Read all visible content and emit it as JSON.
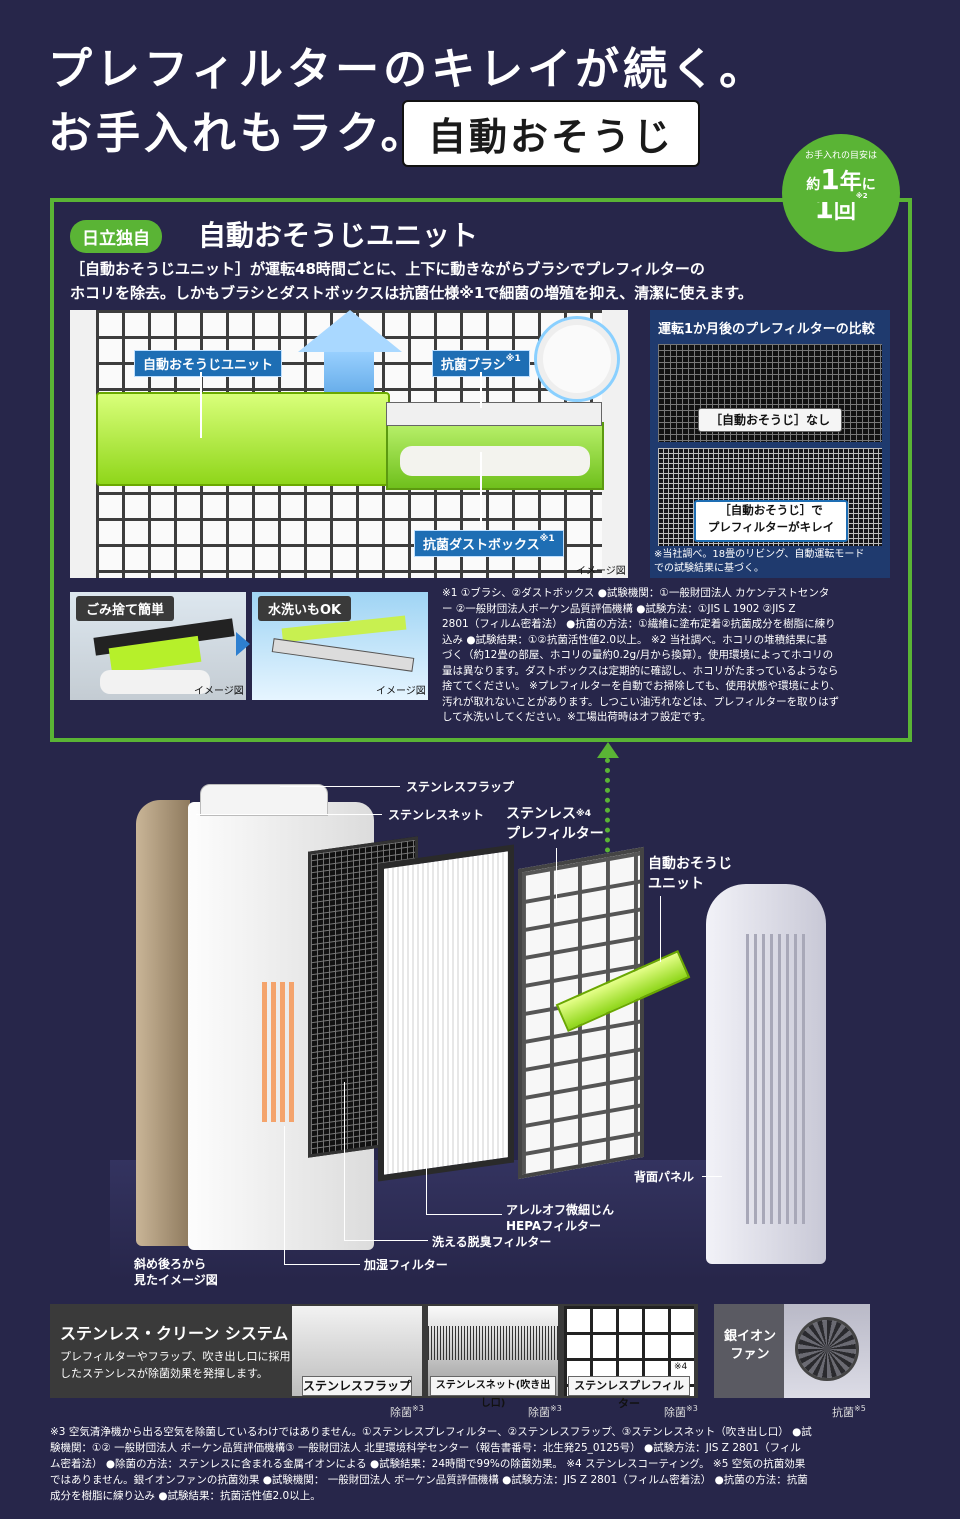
{
  "headline": {
    "line1": "プレフィルターのキレイが続く。",
    "line2": "お手入れもラク。",
    "badge": "自動おそうじ"
  },
  "frequency": {
    "caption": "お手入れの目安は",
    "approx": "約",
    "num1": "1",
    "year": "年",
    "ni": "に",
    "num2": "1",
    "kai": "回",
    "note": "※2"
  },
  "unit_section": {
    "tag": "日立独自",
    "title": "自動おそうじユニット",
    "desc_line1": "［自動おそうじユニット］が運転48時間ごとに、上下に動きながらブラシでプレフィルターの",
    "desc_line2": "ホコリを除去。しかもブラシとダストボックスは抗菌仕様※1で細菌の増殖を抑え、清潔に使えます。",
    "labels": {
      "unit": "自動おそうじユニット",
      "brush": "抗菌ブラシ",
      "brush_note": "※1",
      "dustbox": "抗菌ダストボックス",
      "dustbox_note": "※1",
      "image_note": "イメージ図"
    },
    "comparison": {
      "title": "運転1か月後のプレフィルターの比較",
      "without": "［自動おそうじ］なし",
      "with_line1": "［自動おそうじ］で",
      "with_line2": "プレフィルターがキレイ",
      "note_line1": "※当社調べ。18畳のリビング、自動運転モード",
      "note_line2": "での試験結果に基づく。"
    },
    "gomi": {
      "label": "ごみ捨て簡単",
      "image_note": "イメージ図"
    },
    "wash": {
      "label": "水洗いもOK",
      "image_note": "イメージ図"
    },
    "footnotes": [
      "※1 ①ブラシ、②ダストボックス ●試験機関：①一般財団法人 カケンテストセンタ",
      "ー ②一般財団法人ボーケン品質評価機構 ●試験方法：①JIS L 1902 ②JIS Z",
      "2801（フィルム密着法） ●抗菌の方法：①繊維に塗布定着②抗菌成分を樹脂に練り",
      "込み ●試験結果：①②抗菌活性値2.0以上。 ※2 当社調べ。ホコリの堆積結果に基",
      "づく（約12畳の部屋、ホコリの量約0.2g/月から換算）。使用環境によってホコリの",
      "量は異なります。ダストボックスは定期的に確認し、ホコリがたまっているようなら",
      "捨ててください。 ※プレフィルターを自動でお掃除しても、使用状態や環境により、",
      "汚れが取れないことがあります。しつこい油汚れなどは、プレフィルターを取りはず",
      "して水洗いしてください。※工場出荷時はオフ設定です。"
    ]
  },
  "exploded": {
    "flap": "ステンレスフラップ",
    "net": "ステンレスネット",
    "prefilter_line1": "ステンレス",
    "prefilter_note": "※4",
    "prefilter_line2": "プレフィルター",
    "unit_line1": "自動おそうじ",
    "unit_line2": "ユニット",
    "back_panel": "背面パネル",
    "hepa_line1": "アレルオフ微細じん",
    "hepa_line2": "HEPAフィルター",
    "deodor": "洗える脱臭フィルター",
    "humid": "加湿フィルター",
    "view_line1": "斜め後ろから",
    "view_line2": "見たイメージ図"
  },
  "clean_system": {
    "title": "ステンレス・クリーン システム",
    "desc_line1": "プレフィルターやフラップ、吹き出し口に採用",
    "desc_line2": "したステンレスが除菌効果を発揮します。",
    "items": [
      {
        "caption": "ステンレスフラップ",
        "effect": "除菌",
        "note": "※3"
      },
      {
        "caption": "ステンレスネット(吹き出し口)",
        "effect": "除菌",
        "note": "※3"
      },
      {
        "caption": "ステンレスプレフィルター",
        "cap_note": "※4",
        "effect": "除菌",
        "note": "※3"
      }
    ],
    "fan": {
      "label_line1": "銀イオン",
      "label_line2": "ファン",
      "effect": "抗菌",
      "note": "※5"
    }
  },
  "bottom_notes": [
    "※3 空気清浄機から出る空気を除菌しているわけではありません。①ステンレスプレフィルター、②ステンレスフラップ、③ステンレスネット（吹き出し口） ●試",
    "験機関：①② 一般財団法人 ボーケン品質評価機構③ 一般財団法人 北里環境科学センター（報告書番号：北生発25_0125号） ●試験方法：JIS Z 2801（フィル",
    "ム密着法） ●除菌の方法：ステンレスに含まれる金属イオンによる ●試験結果：24時間で99%の除菌効果。 ※4 ステンレスコーティング。 ※5 空気の抗菌効果",
    "ではありません。銀イオンファンの抗菌効果 ●試験機関： 一般財団法人 ボーケン品質評価機構 ●試験方法：JIS Z 2801（フィルム密着法） ●抗菌の方法：抗菌",
    "成分を樹脂に練り込み ●試験結果：抗菌活性値2.0以上。"
  ],
  "colors": {
    "background": "#27264a",
    "accent_green": "#5ab435",
    "label_blue": "#1e6eb4"
  }
}
